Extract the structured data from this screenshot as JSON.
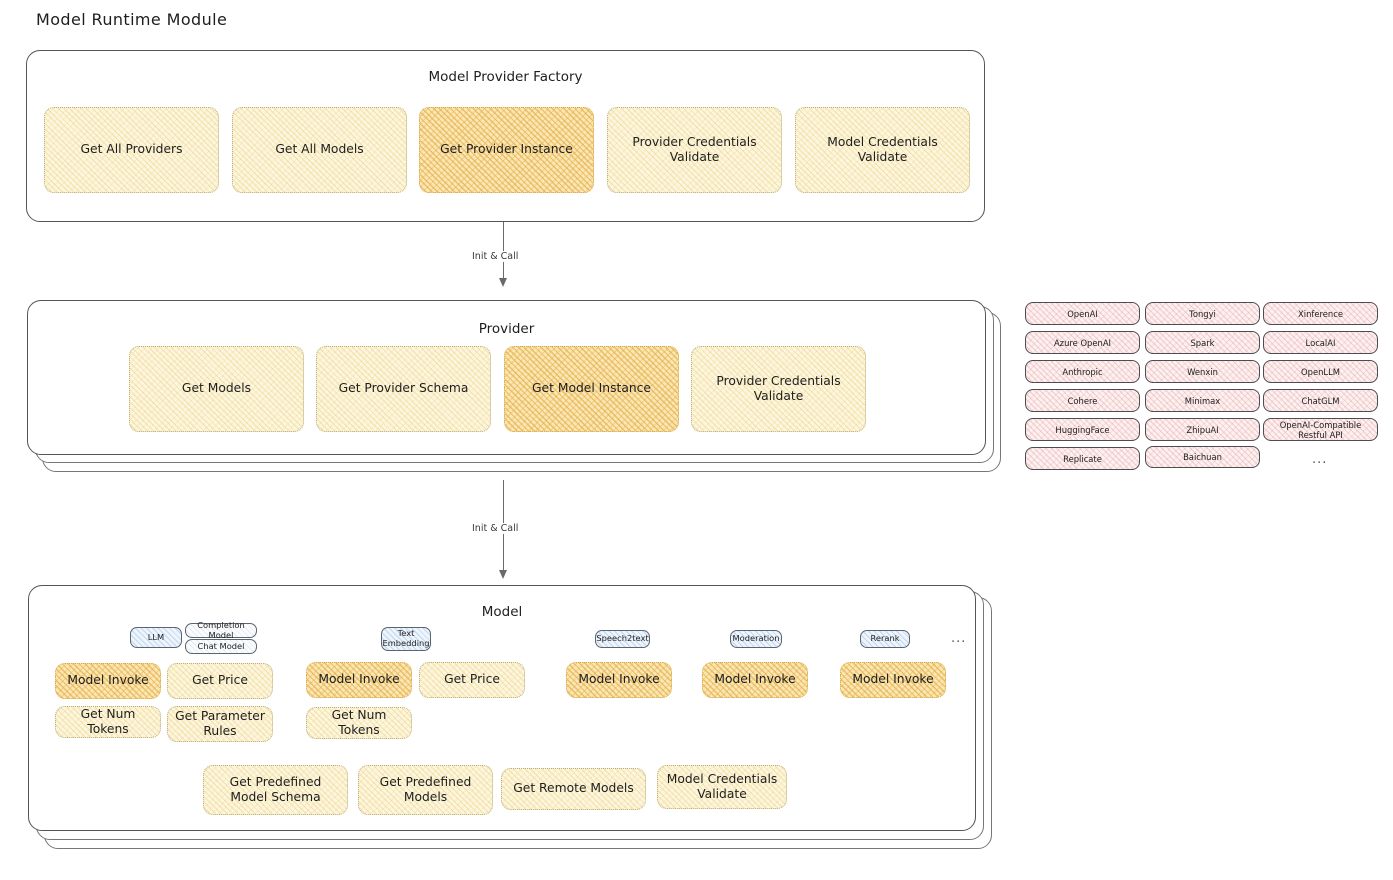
{
  "page": {
    "title": "Model Runtime Module"
  },
  "factory": {
    "title": "Model Provider Factory",
    "cards": [
      {
        "label": "Get All Providers",
        "highlight": false
      },
      {
        "label": "Get All Models",
        "highlight": false
      },
      {
        "label": "Get Provider Instance",
        "highlight": true
      },
      {
        "label": "Provider Credentials Validate",
        "highlight": false
      },
      {
        "label": "Model Credentials Validate",
        "highlight": false
      }
    ]
  },
  "arrows": [
    {
      "label": "Init & Call"
    },
    {
      "label": "Init & Call"
    }
  ],
  "provider": {
    "title": "Provider",
    "cards": [
      {
        "label": "Get Models",
        "highlight": false
      },
      {
        "label": "Get Provider Schema",
        "highlight": false
      },
      {
        "label": "Get Model Instance",
        "highlight": true
      },
      {
        "label": "Provider Credentials Validate",
        "highlight": false
      }
    ]
  },
  "provider_list": {
    "columns": [
      [
        "OpenAI",
        "Azure OpenAI",
        "Anthropic",
        "Cohere",
        "HuggingFace",
        "Replicate"
      ],
      [
        "Tongyi",
        "Spark",
        "Wenxin",
        "Minimax",
        "ZhipuAI",
        "Baichuan"
      ],
      [
        "Xinference",
        "LocalAI",
        "OpenLLM",
        "ChatGLM",
        "OpenAI-Compatible Restful API"
      ]
    ],
    "more": "..."
  },
  "model": {
    "title": "Model",
    "more": "...",
    "groups": [
      {
        "tag": "LLM",
        "subtags": [
          "Completion Model",
          "Chat Model"
        ],
        "cards": [
          {
            "label": "Model Invoke",
            "highlight": true
          },
          {
            "label": "Get Price",
            "highlight": false
          },
          {
            "label": "Get Num Tokens",
            "highlight": false
          },
          {
            "label": "Get Parameter Rules",
            "highlight": false
          }
        ]
      },
      {
        "tag": "Text Embedding",
        "subtags": [],
        "cards": [
          {
            "label": "Model Invoke",
            "highlight": true
          },
          {
            "label": "Get Price",
            "highlight": false
          },
          {
            "label": "Get Num Tokens",
            "highlight": false
          }
        ]
      },
      {
        "tag": "Speech2text",
        "subtags": [],
        "cards": [
          {
            "label": "Model Invoke",
            "highlight": true
          }
        ]
      },
      {
        "tag": "Moderation",
        "subtags": [],
        "cards": [
          {
            "label": "Model Invoke",
            "highlight": true
          }
        ]
      },
      {
        "tag": "Rerank",
        "subtags": [],
        "cards": [
          {
            "label": "Model Invoke",
            "highlight": true
          }
        ]
      }
    ],
    "bottom_cards": [
      {
        "label": "Get Predefined Model Schema"
      },
      {
        "label": "Get Predefined Models"
      },
      {
        "label": "Get Remote Models"
      },
      {
        "label": "Model Credentials Validate"
      }
    ]
  },
  "colors": {
    "card_fill": "#fdf6de",
    "card_fill_strong": "#fbe6b4",
    "pill_fill": "#eef4fb",
    "provider_tag_fill": "#fdf0f0",
    "stroke": "#1e1e1e"
  }
}
